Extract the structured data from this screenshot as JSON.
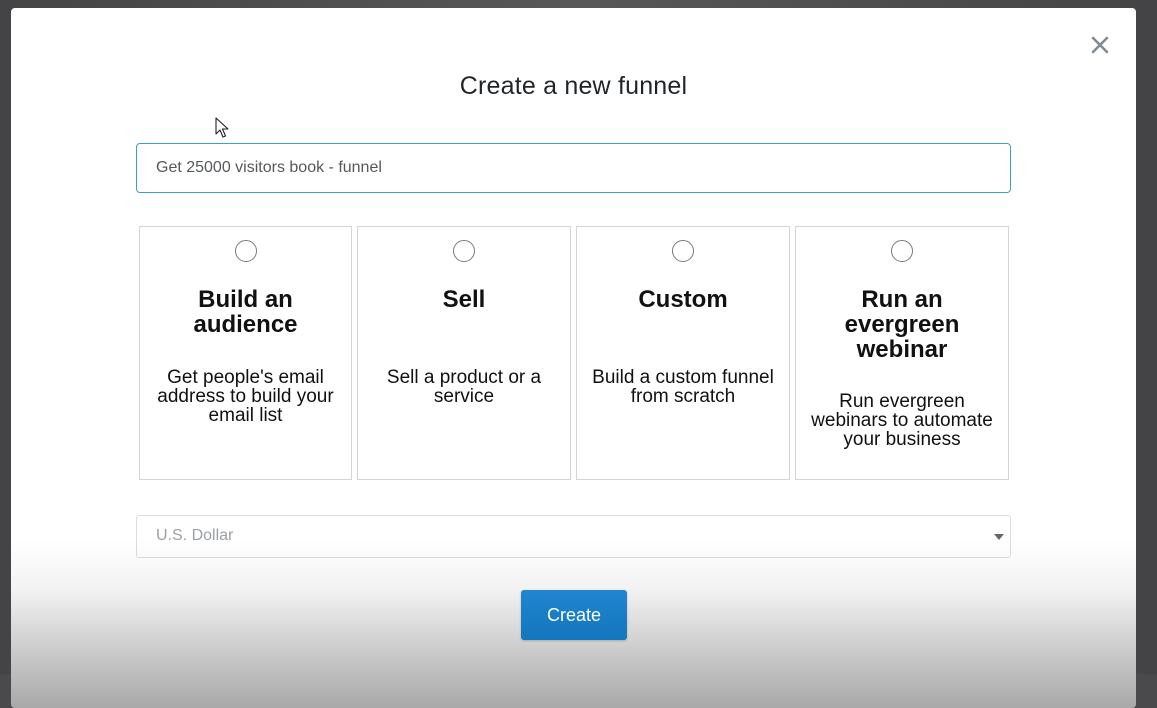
{
  "modal": {
    "title": "Create a new funnel",
    "close_icon": "close-icon"
  },
  "name_input": {
    "value": "Get 25000 visitors book - funnel"
  },
  "funnel_types": [
    {
      "title": "Build an audience",
      "description": "Get people's email address to build your email list",
      "selected": false
    },
    {
      "title": "Sell",
      "description": "Sell a product or a service",
      "selected": false
    },
    {
      "title": "Custom",
      "description": "Build a custom funnel from scratch",
      "selected": false
    },
    {
      "title": "Run an evergreen webinar",
      "description": "Run evergreen webinars to automate your business",
      "selected": false
    }
  ],
  "currency_select": {
    "selected": "U.S. Dollar",
    "icon": "chevron-down-icon"
  },
  "actions": {
    "create_label": "Create"
  },
  "colors": {
    "accent": "#1a7fc8",
    "input_focus_border": "#39a2c9",
    "card_border": "#d5d5d5"
  }
}
